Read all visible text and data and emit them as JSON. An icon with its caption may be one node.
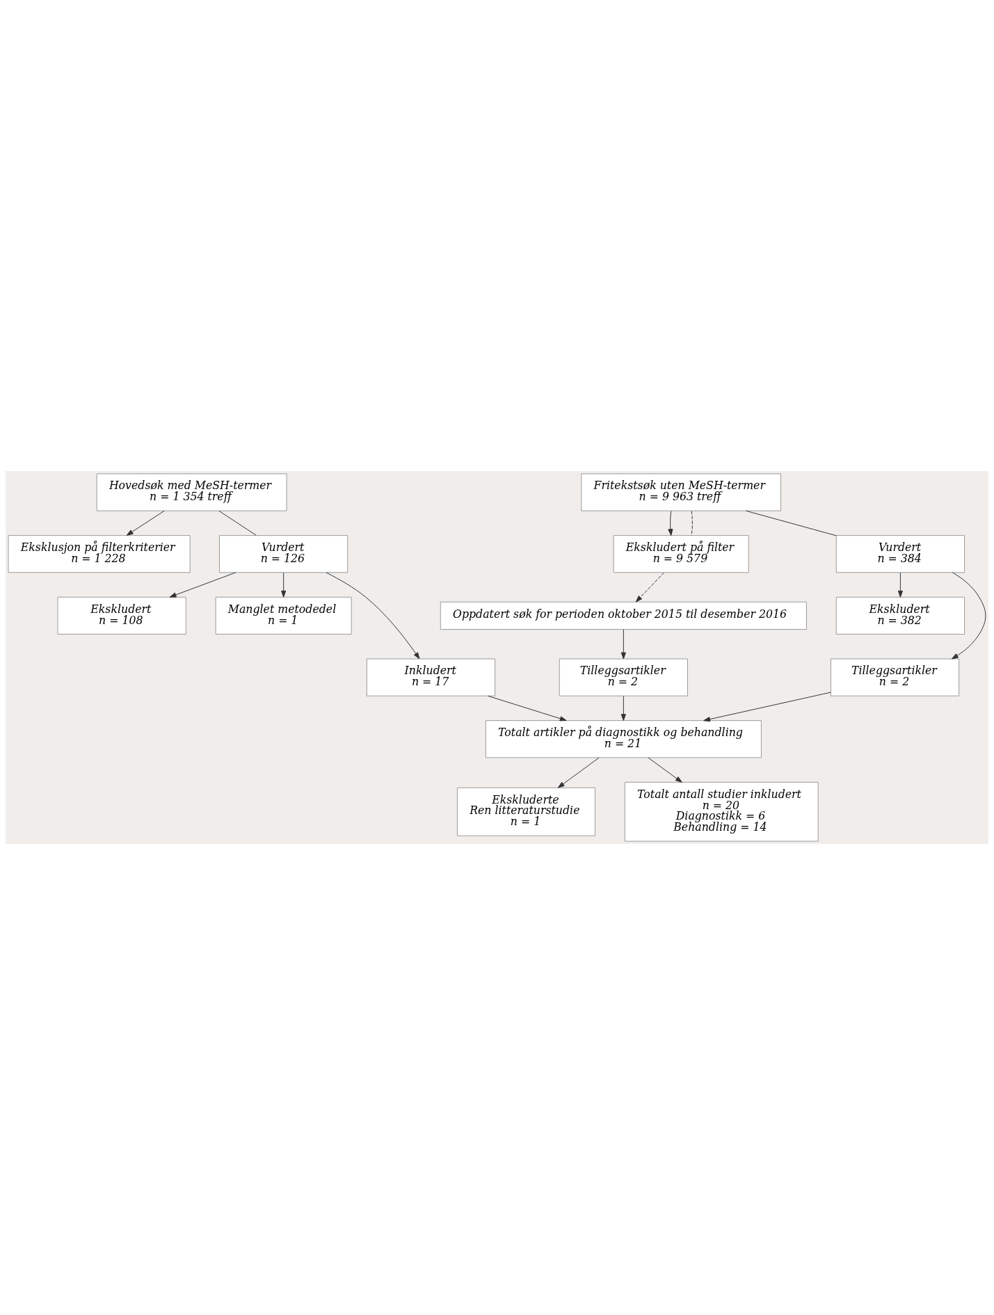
{
  "diagram": {
    "nodes": [
      {
        "text": [
          "Hovedsøk med MeSH-termer",
          "n = 1 354 treff"
        ]
      },
      {
        "text": [
          "Fritekstsøk uten MeSH-termer",
          "n = 9 963 treff"
        ]
      },
      {
        "text": [
          "Eksklusjon på filterkriterier",
          "n = 1 228"
        ]
      },
      {
        "text": [
          "Ekskludert på filter",
          "n = 9 579"
        ]
      },
      {
        "text": [
          "Vurdert",
          "n = 126"
        ]
      },
      {
        "text": [
          "Vurdert",
          "n = 384"
        ]
      },
      {
        "text": [
          "Ekskludert",
          "n = 108"
        ]
      },
      {
        "text": [
          "Ekskludert",
          "n = 382"
        ]
      },
      {
        "text": [
          "Oppdatert søk for perioden oktober 2015 til desember 2016"
        ]
      },
      {
        "text": [
          "Manglet metodedel",
          "n = 1"
        ]
      },
      {
        "text": [
          "Inkludert",
          "n = 17"
        ]
      },
      {
        "text": [
          "Tilleggsartikler",
          "n = 2"
        ]
      },
      {
        "text": [
          "Tilleggsartikler",
          "n = 2"
        ]
      },
      {
        "text": [
          "Totalt artikler på diagnostikk og behandling",
          "n = 21"
        ]
      },
      {
        "text": [
          "Ekskluderte",
          "Ren litteraturstudie",
          "n = 1"
        ]
      },
      {
        "text": [
          "Totalt antall studier inkludert",
          "n = 20",
          "Diagnostikk = 6",
          "Behandling = 14"
        ]
      }
    ],
    "edges": [
      {
        "from": 0,
        "to": 4,
        "arrow": "none"
      },
      {
        "from": 0,
        "to": 2,
        "arrow": "to"
      },
      {
        "from": 1,
        "to": 5,
        "arrow": "none"
      },
      {
        "from": 1,
        "to": 3,
        "arrow": "to"
      },
      {
        "from": 1,
        "to": 3,
        "arrow": "none",
        "style": "dashed"
      },
      {
        "from": 3,
        "to": 8,
        "arrow": "to",
        "style": "dashed"
      },
      {
        "from": 4,
        "to": 6,
        "arrow": "to"
      },
      {
        "from": 4,
        "to": 9,
        "arrow": "to"
      },
      {
        "from": 4,
        "to": 10,
        "arrow": "to"
      },
      {
        "from": 5,
        "to": 7,
        "arrow": "to"
      },
      {
        "from": 5,
        "to": 11,
        "arrow": "to"
      },
      {
        "from": 8,
        "to": 12,
        "arrow": "to"
      },
      {
        "from": 10,
        "to": 13,
        "arrow": "to"
      },
      {
        "from": 11,
        "to": 13,
        "arrow": "to"
      },
      {
        "from": 12,
        "to": 13,
        "arrow": "to"
      },
      {
        "from": 13,
        "to": 14,
        "arrow": "to"
      },
      {
        "from": 13,
        "to": 15,
        "arrow": "to"
      }
    ]
  }
}
